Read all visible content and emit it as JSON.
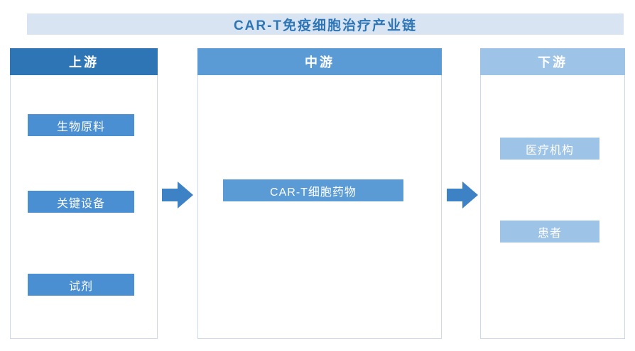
{
  "title": "CAR-T免疫细胞治疗产业链",
  "columns": [
    {
      "header": "上游",
      "boxes": [
        "生物原料",
        "关键设备",
        "试剂"
      ]
    },
    {
      "header": "中游",
      "boxes": [
        "CAR-T细胞药物"
      ]
    },
    {
      "header": "下游",
      "boxes": [
        "医疗机构",
        "患者"
      ]
    }
  ],
  "icons": {
    "arrow_1": "right-arrow-icon",
    "arrow_2": "right-arrow-icon"
  },
  "colors": {
    "title_bg": "#d8e4f2",
    "title_text": "#2e75b6",
    "upstream_header": "#2e75b6",
    "upstream_box": "#4a8fd1",
    "midstream_header": "#5b9bd5",
    "midstream_box": "#5b9bd5",
    "downstream_header": "#9dc3e6",
    "downstream_box": "#9dc3e6",
    "arrow": "#3d82c4",
    "panel_border": "#ccdae9"
  }
}
